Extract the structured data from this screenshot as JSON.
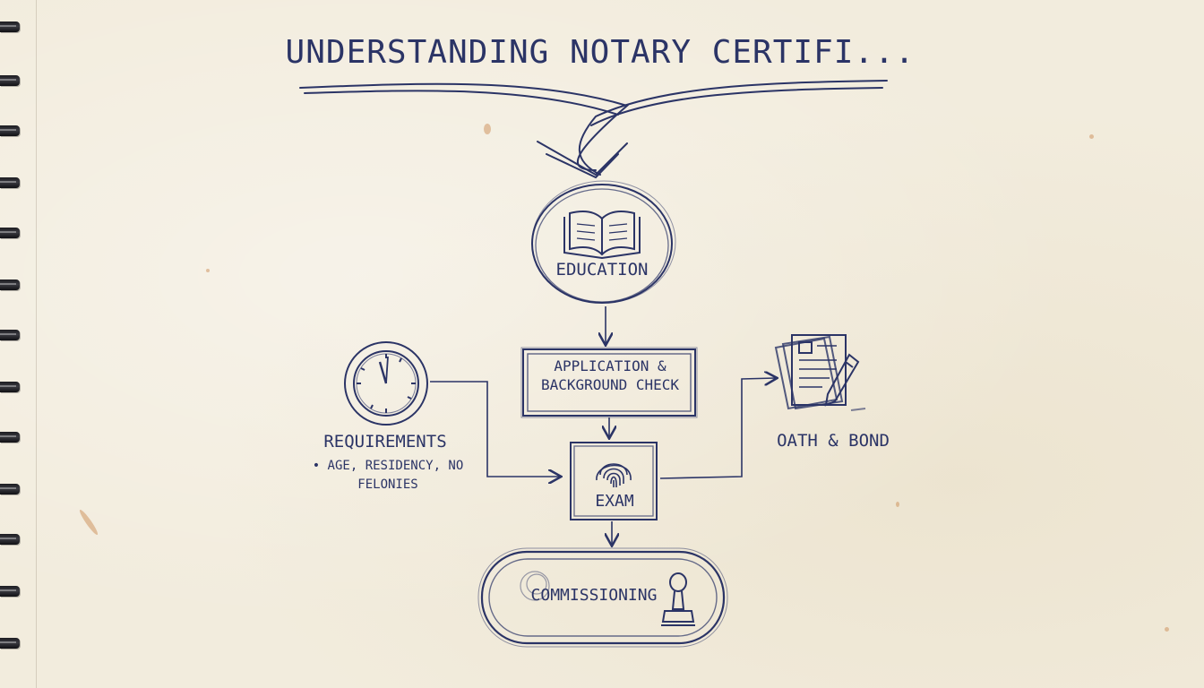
{
  "title": "UNDERSTANDING NOTARY CERTIFI...",
  "nodes": {
    "education": {
      "label": "EDUCATION"
    },
    "application": {
      "label": "APPLICATION & BACKGROUND CHECK"
    },
    "exam": {
      "label": "EXAM"
    },
    "commissioning": {
      "label": "COMMISSIONING"
    },
    "requirements": {
      "label": "REQUIREMENTS",
      "note": "• AGE, RESIDENCY, NO FELONIES"
    },
    "oath": {
      "label": "OATH & BOND"
    }
  },
  "icons": {
    "education": "open-book-icon",
    "requirements": "clock-icon",
    "exam": "fingerprint-icon",
    "commissioning": "notary-stamp-icon",
    "oath": "document-pen-icon"
  },
  "colors": {
    "ink": "#2b3466",
    "paper": "#f2ecdd"
  }
}
